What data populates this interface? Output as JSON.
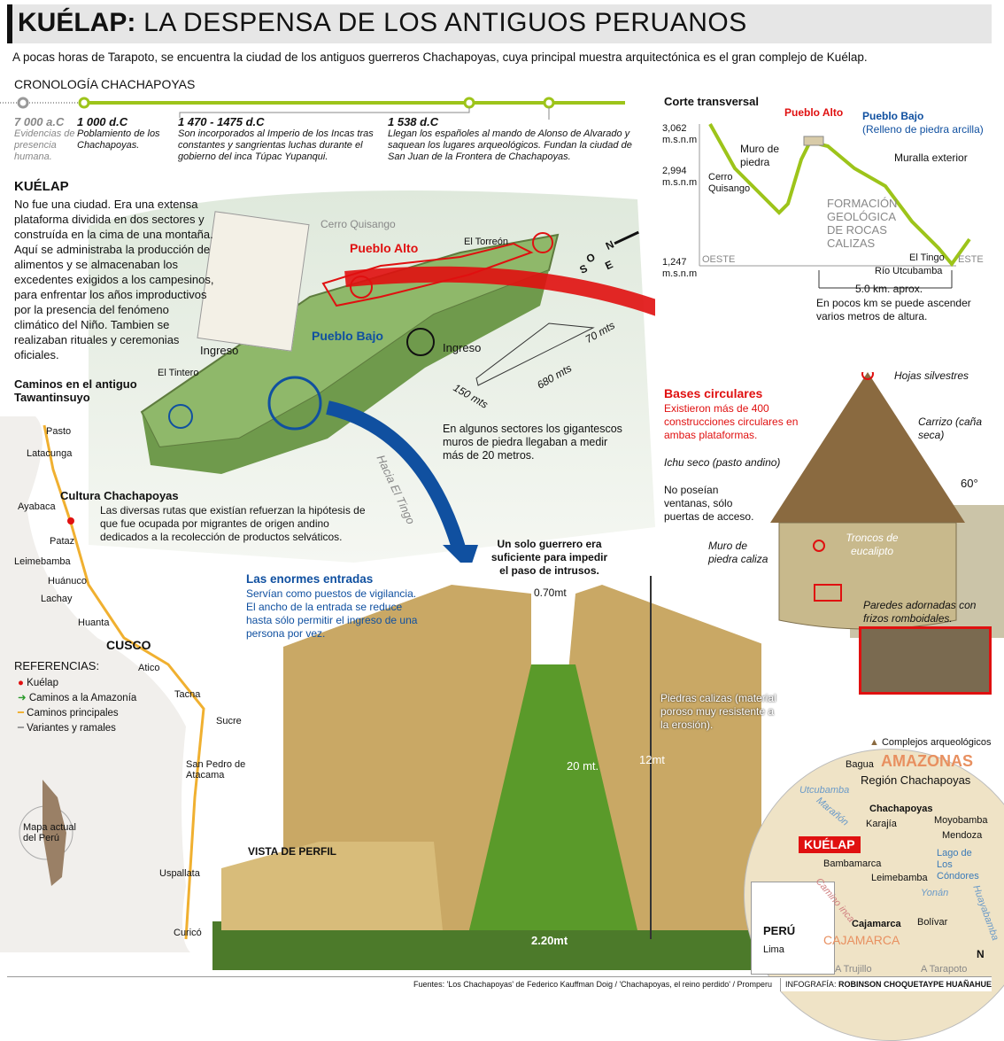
{
  "header": {
    "title_bold": "KUÉLAP:",
    "title_rest": " LA DESPENSA DE LOS ANTIGUOS PERUANOS",
    "subtitle": "A pocas horas de Tarapoto, se encuentra la ciudad de los antiguos guerreros Chachapoyas, cuya principal muestra arquitectónica es el gran complejo de Kuélap."
  },
  "timeline": {
    "title": "CRONOLOGÍA CHACHAPOYAS",
    "events": [
      {
        "date": "7 000 a.C",
        "text": "Evidencias de presencia humana."
      },
      {
        "date": "1 000 d.C",
        "text": "Poblamiento de los Chachapoyas."
      },
      {
        "date": "1 470 - 1475 d.C",
        "text": "Son incorporados al Imperio de los Incas tras constantes y sangrientas luchas durante el gobierno del inca Túpac Yupanqui."
      },
      {
        "date": "1 538 d.C",
        "text": "Llegan los españoles al mando de Alonso de Alvarado y saquean los lugares arqueológicos. Fundan la ciudad de San Juan de la Frontera de Chachapoyas."
      }
    ],
    "accent": "#9dc41a"
  },
  "kuelap": {
    "heading": "KUÉLAP",
    "text": "No fue una ciudad. Era una extensa plataforma dividida en dos sectores y construída en la cima de una montaña. Aquí se administraba la producción de alimentos y se almacenaban los excedentes exigidos a los campesinos, para enfrentar los años improductivos por la presencia del fenómeno climático del Niño. Tambien se realizaban rituales y ceremonias oficiales."
  },
  "site": {
    "cerro": "Cerro Quisango",
    "torreon": "El Torreón",
    "pueblo_alto": "Pueblo Alto",
    "pueblo_bajo": "Pueblo Bajo",
    "ingreso1": "Ingreso",
    "ingreso2": "Ingreso",
    "tintero": "El Tintero",
    "dim1": "70 mts",
    "dim2": "680 mts",
    "dim3": "150 mts",
    "compass": [
      "N",
      "S",
      "E",
      "O"
    ],
    "walls_note": "En algunos sectores los gigantescos muros de piedra llegaban a medir más de 20 metros.",
    "hacia": "Hacia El Tingo"
  },
  "profile": {
    "title": "Corte transversal",
    "alt1": "3,062",
    "alt2": "2,994",
    "alt3": "1,247",
    "unit": "m.s.n.m",
    "pueblo_alto": "Pueblo Alto",
    "pueblo_bajo": "Pueblo Bajo",
    "relleno": "(Relleno de piedra arcilla)",
    "muro": "Muro de piedra",
    "muralla": "Muralla exterior",
    "cerro": "Cerro Quisango",
    "formacion": "FORMACIÓN GEOLÓGICA DE ROCAS CALIZAS",
    "oeste": "OESTE",
    "este": "ESTE",
    "tingo": "El Tingo",
    "rio": "Río Utcubamba",
    "dist": "5.0 km. aprox.",
    "note": "En pocos km se puede ascender varios metros de altura."
  },
  "hut": {
    "heading": "Bases circulares",
    "text": "Existieron más de 400 construcciones circulares en ambas plataformas.",
    "hojas": "Hojas silvestres",
    "carrizo": "Carrizo (caña seca)",
    "ichu": "Ichu seco (pasto andino)",
    "angle": "60°",
    "ventanas": "No poseían ventanas, sólo puertas de acceso.",
    "muro": "Muro de piedra caliza",
    "troncos": "Troncos de eucalipto",
    "paredes": "Paredes adornadas con frizos romboidales."
  },
  "roads": {
    "heading": "Caminos en el antiguo Tawantinsuyo",
    "cities": [
      "Pasto",
      "Latacunga",
      "Ayabaca",
      "Pataz",
      "Leimebamba",
      "Huánuco",
      "Lachay",
      "Huanta",
      "CUSCO",
      "Atico",
      "Tacna",
      "Sucre",
      "San Pedro de Atacama",
      "Uspallata",
      "Curicó"
    ],
    "mapa": "Mapa actual del Perú",
    "cultura_heading": "Cultura Chachapoyas",
    "cultura_text": "Las diversas rutas que existían refuerzan la hipótesis de que fue ocupada por migrantes de origen andino dedicados a la recolección de productos selváticos.",
    "ref_title": "REFERENCIAS:",
    "refs": [
      "Kuélap",
      "Caminos a la Amazonía",
      "Caminos principales",
      "Variantes y ramales"
    ]
  },
  "entrance": {
    "heading": "Las enormes entradas",
    "text": "Servían como puestos de vigilancia. El ancho de la entrada se reduce hasta sólo permitir el ingreso de una persona por vez.",
    "guerrero": "Un solo guerrero era suficiente para impedir el paso de intrusos.",
    "w_top": "0.70mt",
    "h1": "20 mt.",
    "h2": "12mt",
    "w_bottom": "2.20mt",
    "piedras": "Piedras calizas (material poroso muy resistente a la erosión).",
    "perfil": "VISTA DE PERFIL"
  },
  "region": {
    "legend": "Complejos arqueológicos",
    "amazonas": "AMAZONAS",
    "region": "Región Chachapoyas",
    "bagua": "Bagua",
    "utcubamba": "Utcubamba",
    "maranon": "Marañón",
    "chachapoyas": "Chachapoyas",
    "karajia": "Karajía",
    "moyobamba": "Moyobamba",
    "mendoza": "Mendoza",
    "kuelap": "KUÉLAP",
    "bambamarca": "Bambamarca",
    "lago": "Lago de Los Cóndores",
    "leimebamba": "Leimebamba",
    "camino": "Camino inca",
    "yonan": "Yonán",
    "huayabamba": "Huayabamba",
    "cajamarca_city": "Cajamarca",
    "cajamarca": "CAJAMARCA",
    "bolivar": "Bolívar",
    "peru": "PERÚ",
    "lima": "Lima",
    "trujillo": "A Trujillo",
    "tarapoto": "A Tarapoto",
    "north": "N"
  },
  "footer": {
    "sources": "Fuentes: 'Los Chachapoyas' de Federico Kauffman Doig / 'Chachapoyas, el reino perdido' / Promperu",
    "credit_label": "INFOGRAFÍA:",
    "credit_name": "ROBINSON CHOQUETAYPE HUAÑAHUE"
  },
  "colors": {
    "red": "#e01010",
    "blue": "#1050a0",
    "green": "#9dc41a",
    "title_bg": "#e6e6e6"
  }
}
